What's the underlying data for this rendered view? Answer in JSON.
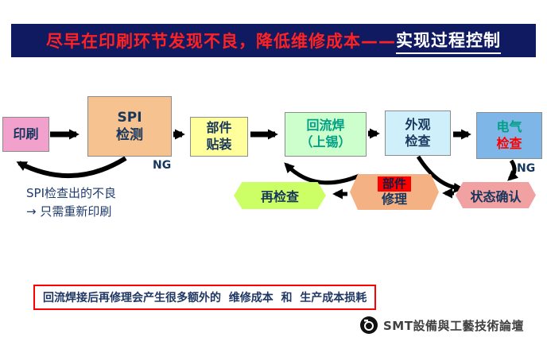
{
  "title": {
    "red": "尽早在印刷环节发现不良，降低维修成本——",
    "white": "实现过程控制"
  },
  "nodes": {
    "print": {
      "label": "印刷"
    },
    "spi": {
      "line1": "SPI",
      "line2": "检测"
    },
    "mount": {
      "line1": "部件",
      "line2": "贴装"
    },
    "reflow": {
      "line1": "回流焊",
      "line2": "（上锡）"
    },
    "visual": {
      "line1": "外观",
      "line2": "检查"
    },
    "electric": {
      "line1": "电气",
      "line2": "检查"
    },
    "recheck": {
      "label": "再检查"
    },
    "repair": {
      "chip": "部件",
      "label": "修理"
    },
    "status": {
      "label": "状态确认"
    }
  },
  "labels": {
    "ng_spi": "NG",
    "ng_electric": "NG",
    "note_line1": "SPI检查出的不良",
    "note_line2": "→  只需重新印刷"
  },
  "banner": {
    "text": "回流焊接后再修理会产生很多额外的  维修成本  和  生产成本损耗"
  },
  "watermark": {
    "text": "SMT設備與工藝技術論壇"
  },
  "colors": {
    "title_bg": "#101A60",
    "title_red": "#FF2222",
    "title_white": "#FFFFFF",
    "print_bg": "#F2A0CC",
    "spi_bg": "#F6C28F",
    "mount_bg": "#FFFF9C",
    "reflow_bg": "#CCFFCC",
    "reflow_text": "#00A086",
    "visual_bg": "#CFF0FA",
    "electric_bg": "#7EB6E8",
    "electric_text_top": "#00A086",
    "electric_text_bottom": "#FF0000",
    "recheck_bg": "#CCFF66",
    "repair_bg": "#F4B183",
    "repair_chip_bg": "#FF0000",
    "status_bg": "#F1A1A1",
    "dark_text": "#17365D",
    "banner_border": "#FF0000",
    "arrow": "#000000"
  }
}
